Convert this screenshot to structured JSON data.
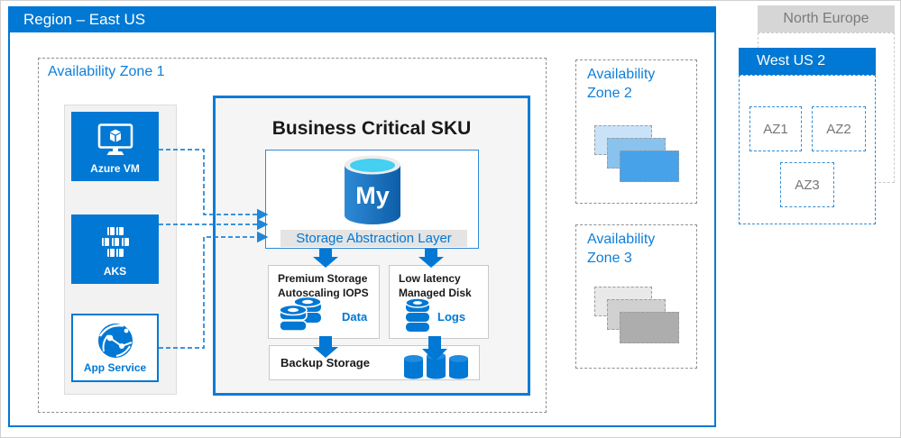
{
  "region": {
    "title": "Region – East US"
  },
  "zone1": {
    "title": "Availability Zone 1",
    "tiles": [
      {
        "label": "Azure VM"
      },
      {
        "label": "AKS"
      },
      {
        "label": "App Service"
      }
    ],
    "sku": {
      "title": "Business Critical SKU",
      "database_label": "My",
      "storage_layer_label": "Storage Abstraction Layer",
      "premium_storage": {
        "title_line1": "Premium Storage",
        "title_line2": "Autoscaling IOPS",
        "badge": "Data"
      },
      "low_latency": {
        "title_line1": "Low latency",
        "title_line2": "Managed Disk",
        "badge": "Logs"
      },
      "backup": {
        "title": "Backup Storage"
      }
    }
  },
  "zone2": {
    "title": "Availability Zone 2"
  },
  "zone3": {
    "title": "Availability Zone 3"
  },
  "north_europe": {
    "title": "North Europe"
  },
  "west_us2": {
    "title": "West US 2",
    "zones": [
      {
        "label": "AZ1"
      },
      {
        "label": "AZ2"
      },
      {
        "label": "AZ3"
      }
    ]
  },
  "colors": {
    "azure_blue": "#0078d4",
    "dashed_connector_blue": "#1e86db",
    "cylinder_top_cyan": "#45cff0",
    "zone2_stack": [
      "#c9e2f8",
      "#8ac2ee",
      "#47a2e9"
    ],
    "zone3_stack": [
      "#e9e9e9",
      "#d0d0d0",
      "#adadad"
    ]
  }
}
